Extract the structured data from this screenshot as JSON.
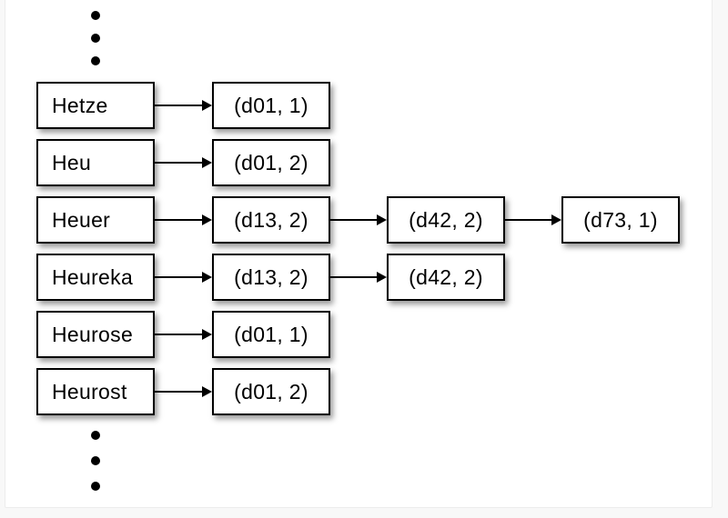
{
  "page": {
    "background_color": "#f8f8f8",
    "panel_color": "#ffffff",
    "panel_border_color": "#ececec"
  },
  "diagram": {
    "colors": {
      "box_fill": "#ffffff",
      "box_border": "#000000",
      "text": "#000000",
      "arrow": "#000000",
      "shadow": "rgba(0,0,0,0.40)"
    },
    "top_ellipsis_dots": 3,
    "bottom_ellipsis_dots": 3,
    "rows": [
      {
        "term": "Hetze",
        "postings": [
          "(d01, 1)"
        ]
      },
      {
        "term": "Heu",
        "postings": [
          "(d01, 2)"
        ]
      },
      {
        "term": "Heuer",
        "postings": [
          "(d13, 2)",
          "(d42, 2)",
          "(d73, 1)"
        ]
      },
      {
        "term": "Heureka",
        "postings": [
          "(d13, 2)",
          "(d42, 2)"
        ]
      },
      {
        "term": "Heurose",
        "postings": [
          "(d01, 1)"
        ]
      },
      {
        "term": "Heurost",
        "postings": [
          "(d01, 2)"
        ]
      }
    ]
  }
}
